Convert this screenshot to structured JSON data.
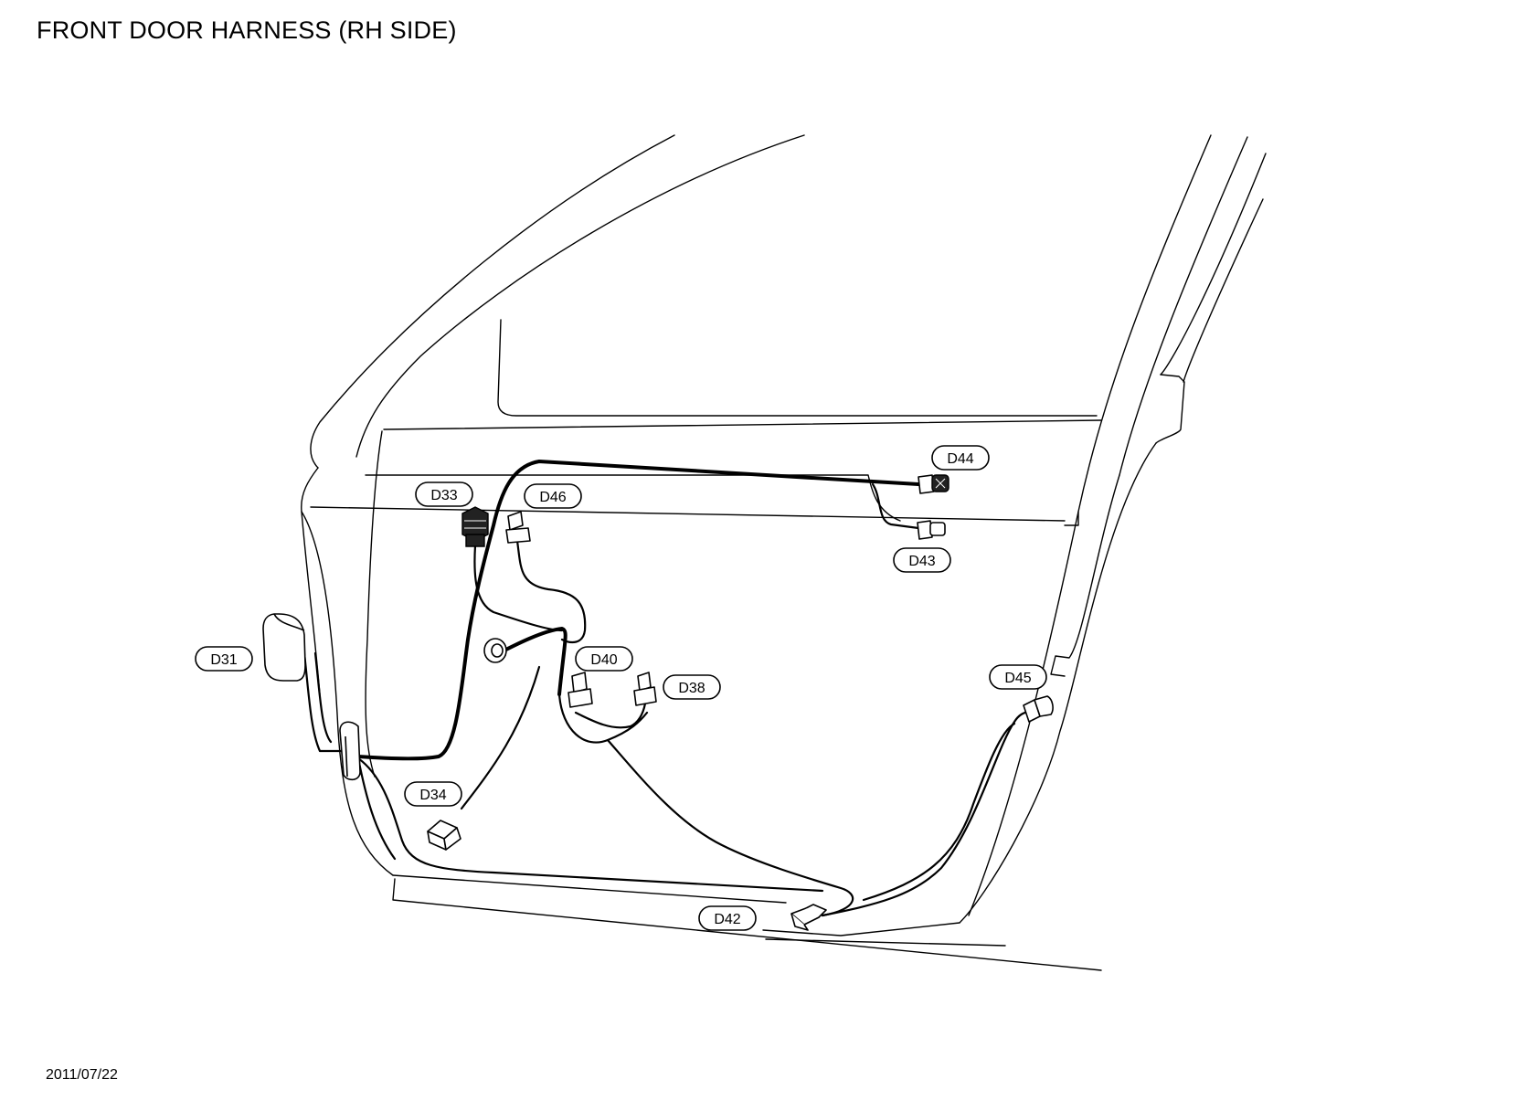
{
  "title": "FRONT DOOR HARNESS (RH SIDE)",
  "date": "2011/07/22",
  "connectors": {
    "d31": "D31",
    "d33": "D33",
    "d34": "D34",
    "d38": "D38",
    "d40": "D40",
    "d42": "D42",
    "d43": "D43",
    "d44": "D44",
    "d45": "D45",
    "d46": "D46"
  }
}
